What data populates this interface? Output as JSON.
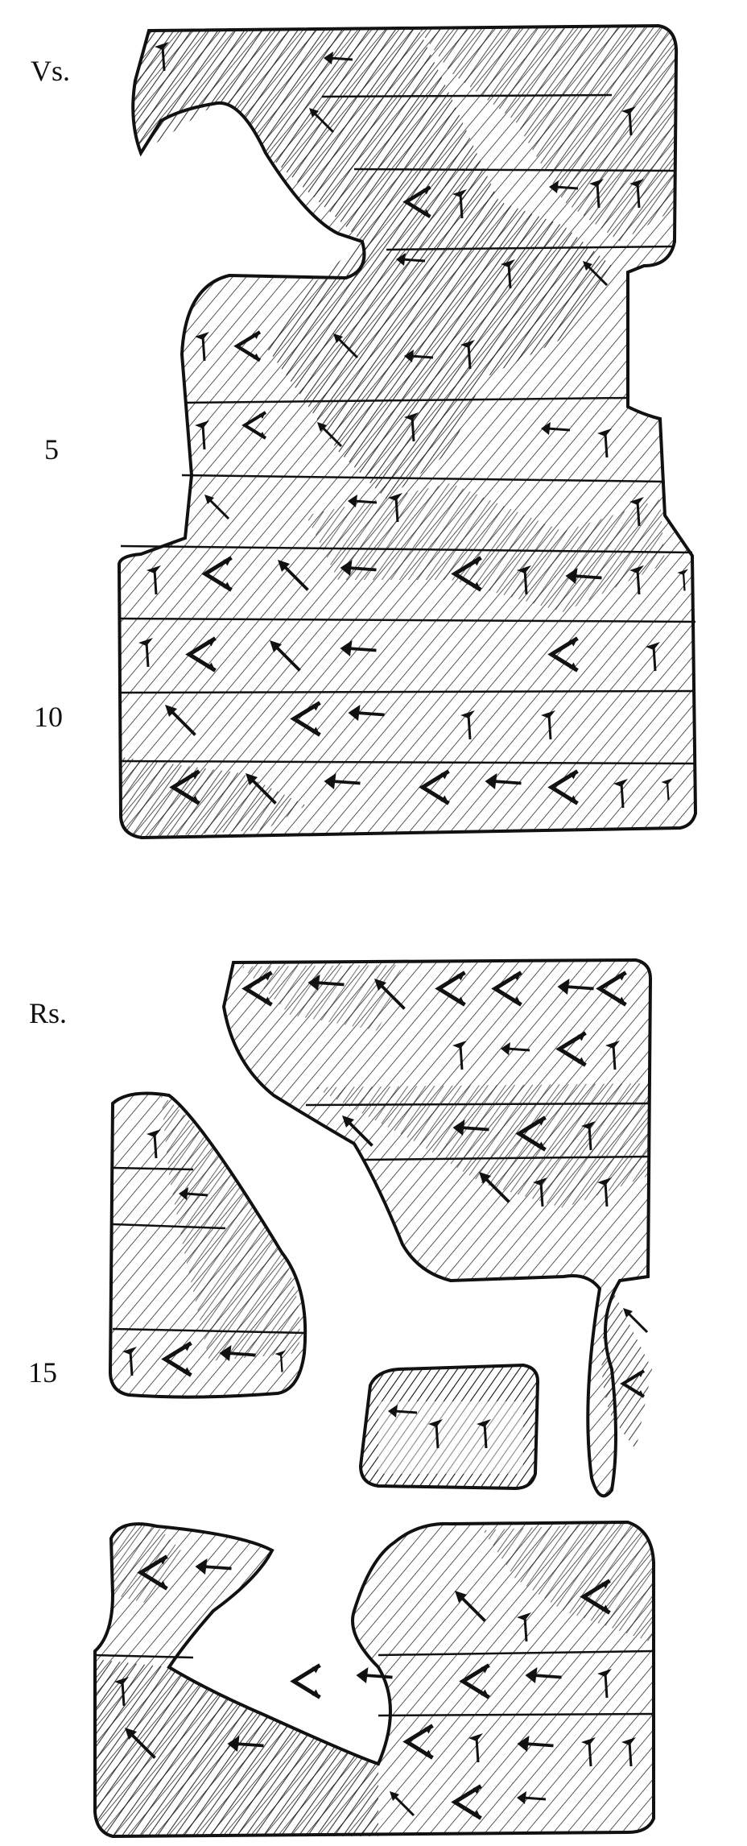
{
  "obverse_label": "Vs.",
  "reverse_label": "Rs.",
  "line_numbers": [
    "5",
    "10",
    "15"
  ],
  "colors": {
    "ink": "#111111",
    "paper": "#ffffff"
  },
  "illustration": "cuneiform-tablet-hand-copy"
}
